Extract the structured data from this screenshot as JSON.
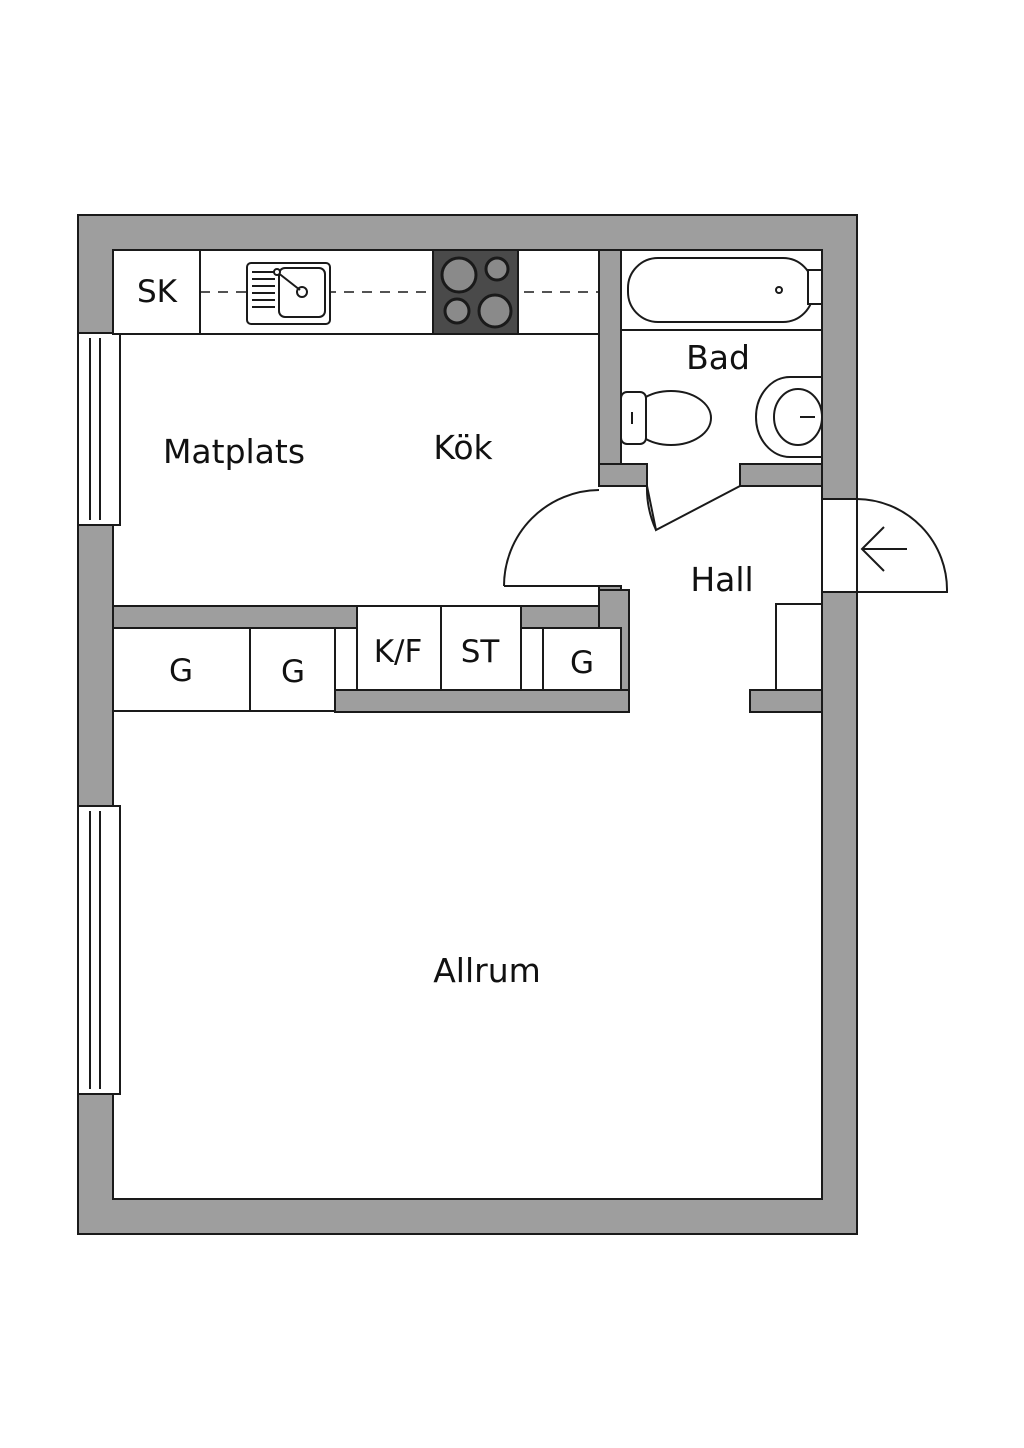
{
  "rooms": {
    "matplats": "Matplats",
    "kok": "Kök",
    "bad": "Bad",
    "hall": "Hall",
    "allrum": "Allrum"
  },
  "units": {
    "sk": "SK",
    "wardrobe": "G",
    "fridge_freezer": "K/F",
    "storage": "ST"
  },
  "colors": {
    "wall": "#9e9e9e",
    "line": "#1a1a1a",
    "stove": "#4a4a4a",
    "background": "#ffffff"
  },
  "icons": {
    "entrance": "arrow-left-icon",
    "sink": "kitchen-sink-icon",
    "stove": "stove-icon",
    "bathtub": "bathtub-icon",
    "toilet": "toilet-icon",
    "washbasin": "washbasin-icon"
  }
}
